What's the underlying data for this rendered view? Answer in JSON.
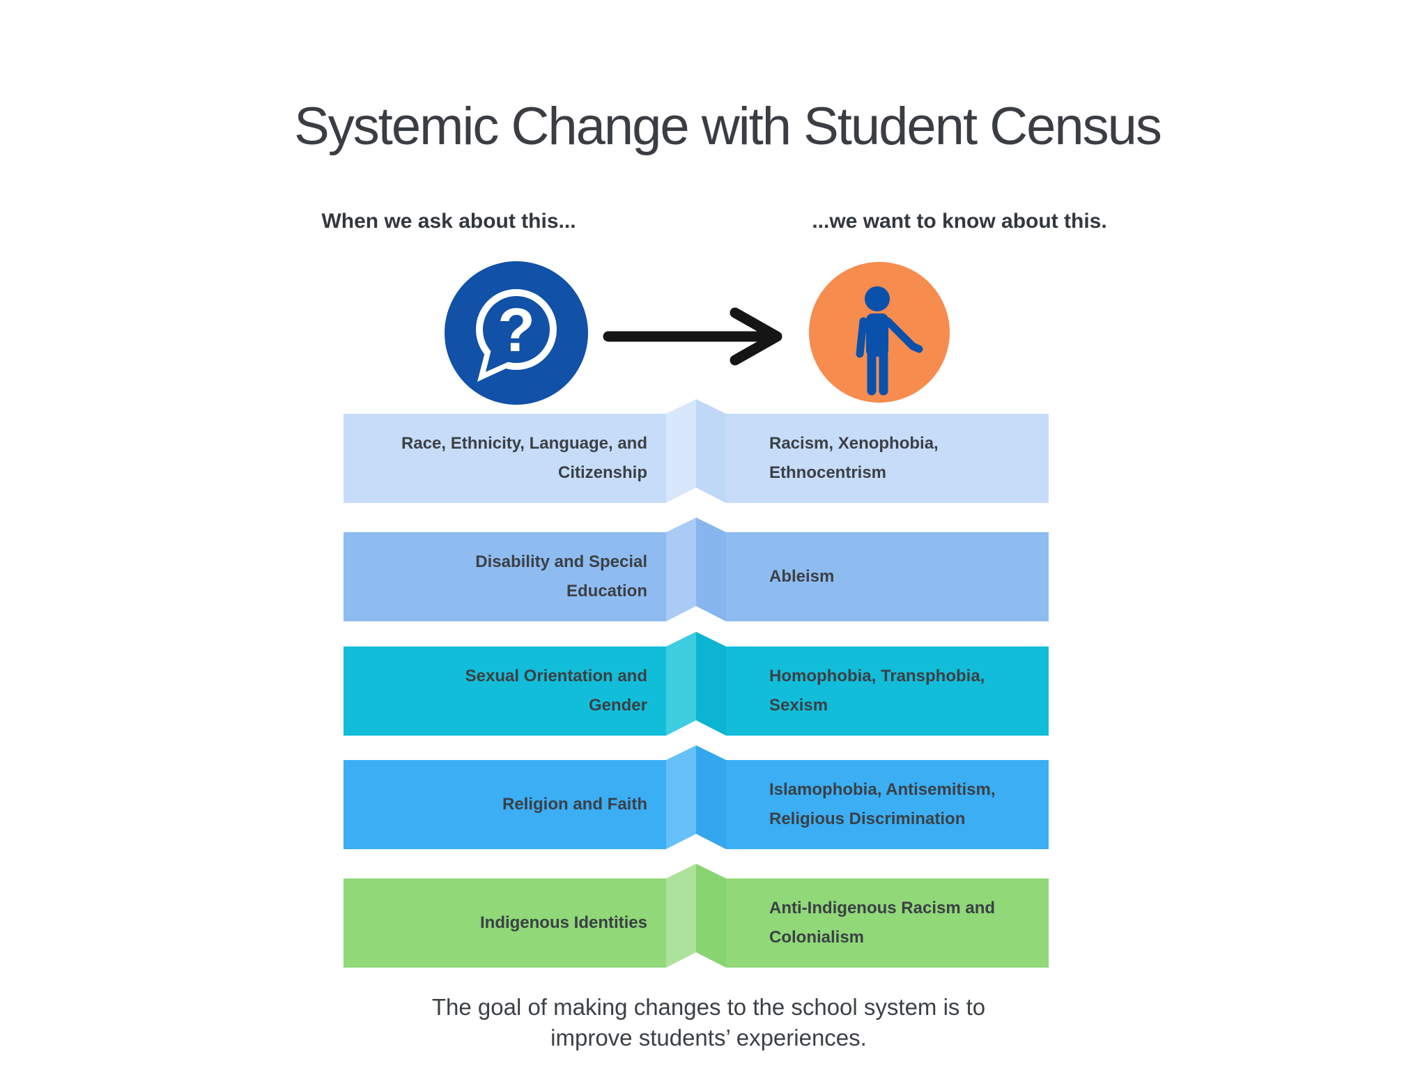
{
  "title": "Systemic Change with Student Census",
  "headers": {
    "ask": "When we ask about this...",
    "know": "...we want to know about this."
  },
  "icons": {
    "question_icon": {
      "circle_color": "#1151A7",
      "glyph": "?",
      "glyph_color": "#FFFFFF"
    },
    "person_icon": {
      "circle_color": "#F68C4E",
      "figure_color": "#0A51AC"
    },
    "arrow_color": "#151515"
  },
  "rows": [
    {
      "ask": "Race, Ethnicity, Language, and\nCitizenship",
      "know": "Racism, Xenophobia,\nEthnocentrism",
      "box_color": "#C6DCF8",
      "fold_light": "#D9E7FC",
      "fold_dark": "#BFD8F6"
    },
    {
      "ask": "Disability and Special\nEducation",
      "know": "Ableism",
      "box_color": "#8FBCF0",
      "fold_light": "#A9CBF5",
      "fold_dark": "#87B5ED"
    },
    {
      "ask": "Sexual Orientation and\nGender",
      "know": "Homophobia, Transphobia,\nSexism",
      "box_color": "#12BDD9",
      "fold_light": "#3ECCDF",
      "fold_dark": "#0DB4D1"
    },
    {
      "ask": "Religion and Faith",
      "know": "Islamophobia, Antisemitism,\nReligious Discrimination",
      "box_color": "#3BAEF4",
      "fold_light": "#67C0F8",
      "fold_dark": "#34A6EE"
    },
    {
      "ask": "Indigenous Identities",
      "know": "Anti-Indigenous Racism and\nColonialism",
      "box_color": "#90D878",
      "fold_light": "#ACE29B",
      "fold_dark": "#88D470"
    }
  ],
  "footer": "The goal of making changes to the school system is to\nimprove students’ experiences."
}
